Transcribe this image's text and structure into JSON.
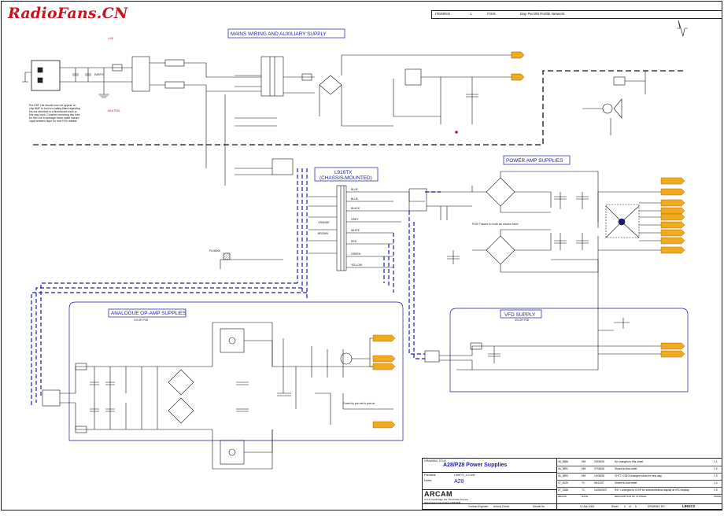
{
  "watermark": "RadioFans.CN",
  "revision_strip": {
    "col1": "ITEM/NO",
    "col2": "1",
    "col3": "FOIS",
    "col4": "Day Pw Dbl Profile Network"
  },
  "sections": {
    "mains": "MAINS WIRING AND AUXILIARY SUPPLY",
    "power_amp": "POWER AMP SUPPLIES",
    "analogue": "ANALOGUE OP-AMP SUPPLIES",
    "vfd": "VFD SUPPLY",
    "transformer_line1": "L916TX",
    "transformer_line2": "(CHASSIS-MOUNTED)",
    "pcb_note": "PCB Traces to bulb as shown here",
    "analogue_sub": "2/3 OR P28",
    "vfd_sub": "3/4 OR P28"
  },
  "notes": {
    "mains_note": "Pre-EBF Lite should now not appear on chip BMF to foot to a safety fitted regarding the out structure in a fluorescent track or this way input. Consider removing this fuse for the Live to average those make hazard caps between layer for real PCB reliable.",
    "wire_labels": [
      "BLUE",
      "BLUE",
      "BLACK",
      "GREY",
      "ORANGE",
      "BROWN",
      "WHITE",
      "RED",
      "GREEN",
      "YELLOW"
    ],
    "connector": "PLN5000",
    "ground": "EARTH",
    "live_label": "LIVE",
    "neutral_label": "NEUTRAL",
    "fuse_note": "Fused by pre-set to pins at"
  },
  "title_block": {
    "drawing_title_label": "DRAWING TITLE",
    "drawing_title": "A28/P28 Power Supplies",
    "filename_label": "Filename",
    "filename": "L966TX_4.0.DW",
    "notes_label": "Notes",
    "model": "A28",
    "company": "ARCAM",
    "address": "A & R Cambridge Ltd. Pembroke Avenue Waterbeach Cambridge CB5 9PB",
    "contact_engineer_label": "Contact Engineer",
    "engineer": "Antony Genor",
    "details_label": "Details No",
    "date": "11-Apr-2006",
    "sheet_label": "Sheet",
    "sheet": "3",
    "of_label": "of",
    "of": "5",
    "drawing_no_label": "DRAWING NO.",
    "drawing_no": "L961C2",
    "rev_headers": [
      "REVNO",
      "DATE",
      "DESCRIPTION OF CHANGE",
      "ISSUE"
    ],
    "revisions": [
      {
        "rev": "06_3886",
        "by": "HM",
        "date": "03/04/06",
        "desc": "No changes to this sheet",
        "issue": "1.1"
      },
      {
        "rev": "06_3891",
        "by": "HM",
        "date": "07/04/06",
        "desc": "Stored to this sheet",
        "issue": "1.2"
      },
      {
        "rev": "06_3893",
        "by": "HM",
        "date": "10/04/06",
        "desc": "CH77, C06 9 changed value for new way",
        "issue": "1.3"
      },
      {
        "rev": "07_3020",
        "by": "TC",
        "date": "06/11/07",
        "desc": "Stored to this sheet",
        "issue": "1.4"
      },
      {
        "rev": "07_3188",
        "by": "TC",
        "date": "11/05/2007",
        "desc": "R47 / changed to CHIP for selected/follow display at VFD display",
        "issue": "1.5"
      }
    ]
  }
}
